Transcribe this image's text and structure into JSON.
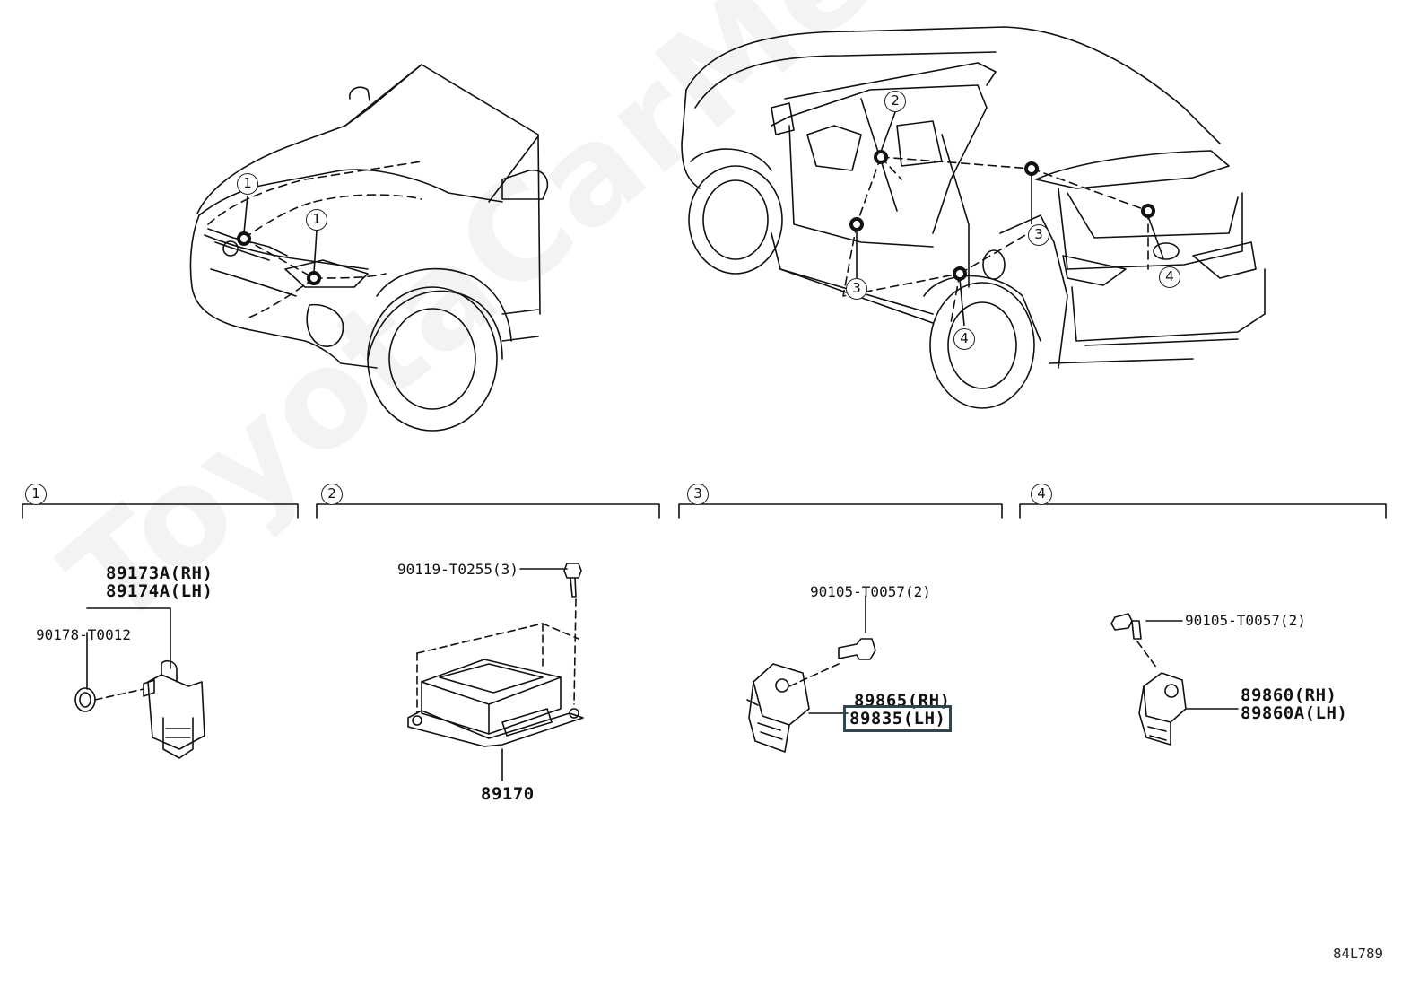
{
  "watermark": "ToyotaCarMe.ru",
  "diagram_id": "84L789",
  "callouts": {
    "front_left_marker": "1",
    "front_right_marker": "1",
    "center_marker": "2",
    "door_marker": "3",
    "rear_pillar_marker": "3",
    "rear_wheel_marker": "4",
    "rear_bumper_marker": "4"
  },
  "sections": [
    {
      "number": "1",
      "parts": {
        "sensor_rh": "89173A(RH)",
        "sensor_lh": "89174A(LH)",
        "clip": "90178-T0012"
      }
    },
    {
      "number": "2",
      "parts": {
        "bolt": "90119-T0255(3)",
        "module": "89170"
      }
    },
    {
      "number": "3",
      "parts": {
        "bolt": "90105-T0057(2)",
        "sensor_rh": "89865(RH)",
        "sensor_lh": "89835(LH)"
      }
    },
    {
      "number": "4",
      "parts": {
        "bolt": "90105-T0057(2)",
        "sensor_rh": "89860(RH)",
        "sensor_lh": "89860A(LH)"
      }
    }
  ],
  "colors": {
    "highlight_border": "#2f4550",
    "line": "#111111"
  }
}
